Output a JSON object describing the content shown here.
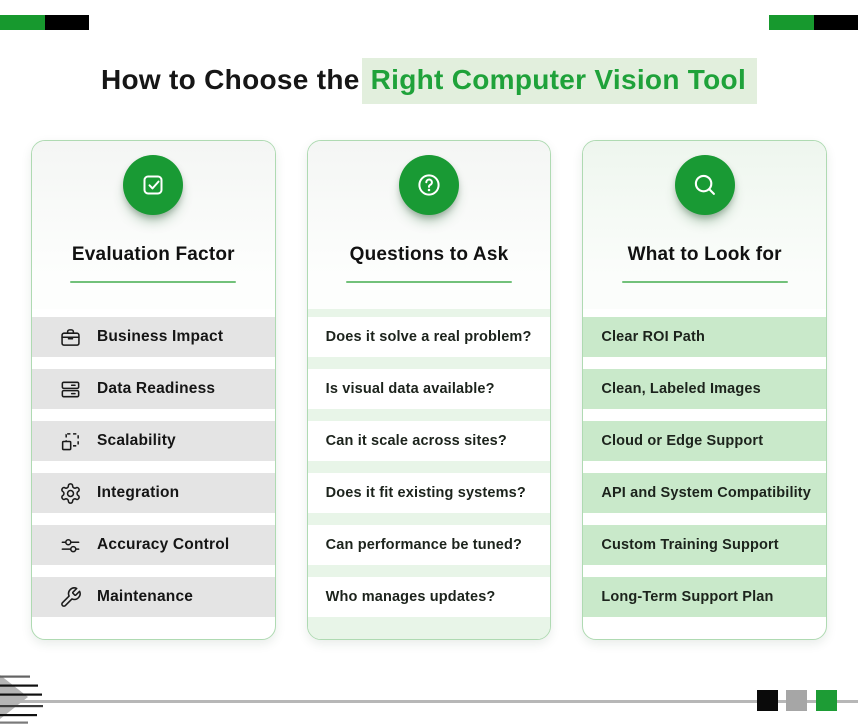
{
  "title": {
    "prefix": "How to Choose the",
    "highlight": "Right Computer Vision Tool"
  },
  "columns": [
    {
      "header": "Evaluation Factor",
      "icon": "check-square-icon",
      "rows": [
        {
          "icon": "briefcase-icon",
          "label": "Business Impact"
        },
        {
          "icon": "server-icon",
          "label": "Data Readiness"
        },
        {
          "icon": "scale-icon",
          "label": "Scalability"
        },
        {
          "icon": "gear-icon",
          "label": "Integration"
        },
        {
          "icon": "sliders-icon",
          "label": "Accuracy Control"
        },
        {
          "icon": "wrench-icon",
          "label": "Maintenance"
        }
      ]
    },
    {
      "header": "Questions to Ask",
      "icon": "question-circle-icon",
      "rows": [
        {
          "label": "Does it solve a real problem?"
        },
        {
          "label": "Is visual data available?"
        },
        {
          "label": "Can it scale across sites?"
        },
        {
          "label": "Does it fit existing systems?"
        },
        {
          "label": "Can performance be tuned?"
        },
        {
          "label": "Who manages updates?"
        }
      ]
    },
    {
      "header": "What to Look for",
      "icon": "search-icon",
      "rows": [
        {
          "label": "Clear ROI Path"
        },
        {
          "label": "Clean, Labeled Images"
        },
        {
          "label": "Cloud or Edge Support"
        },
        {
          "label": "API and System Compatibility"
        },
        {
          "label": "Custom Training Support"
        },
        {
          "label": "Long-Term Support Plan"
        }
      ]
    }
  ],
  "colors": {
    "accent_green": "#199a34",
    "title_text_green": "#1fa23a",
    "title_highlight_bg": "#e2efdd",
    "underline_green": "#72c17a",
    "card_border_green": "#afdab2",
    "row_gray": "#e4e4e4",
    "row_green": "#c9e9ca",
    "separator_green": "#e8f5e8",
    "corner_bar_green": "#17992e",
    "corner_bar_black": "#000000",
    "footer_line_gray": "#b7b7b7",
    "footer_square_black": "#0a0a0a",
    "footer_square_gray": "#a6a6a6",
    "footer_square_green": "#1d9c35"
  }
}
